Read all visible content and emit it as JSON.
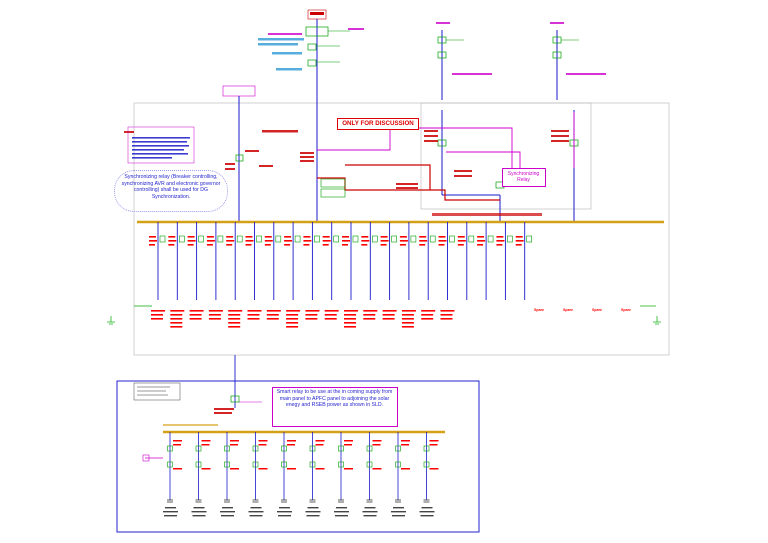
{
  "labels": {
    "discussion_banner": "ONLY FOR DISCUSSION",
    "sync_relay_note": "Synchronizing relay (Breaker controlling, synchronizing AVR and electronic governor controlling) shall be used for DG Synchronization.",
    "sync_relay_box": "Synchronizing Relay",
    "smart_relay_note": "Smart relay to be use at the in coming supply from main panel to APFC panel to adjoining the solar enegy and RSEB power as shown in SLD."
  },
  "feeders": [
    {
      "label": "Spare"
    },
    {
      "label": "Spare"
    },
    {
      "label": "Spare"
    },
    {
      "label": "Spare"
    }
  ],
  "colors": {
    "busbar": "#d4a017",
    "main_wire": "#1a1acc",
    "feeder_text": "#ff0000",
    "sync_line": "#cc0000",
    "ctrl_line": "#cc00cc",
    "breaker": "#00a000",
    "earth": "#00aa00"
  }
}
